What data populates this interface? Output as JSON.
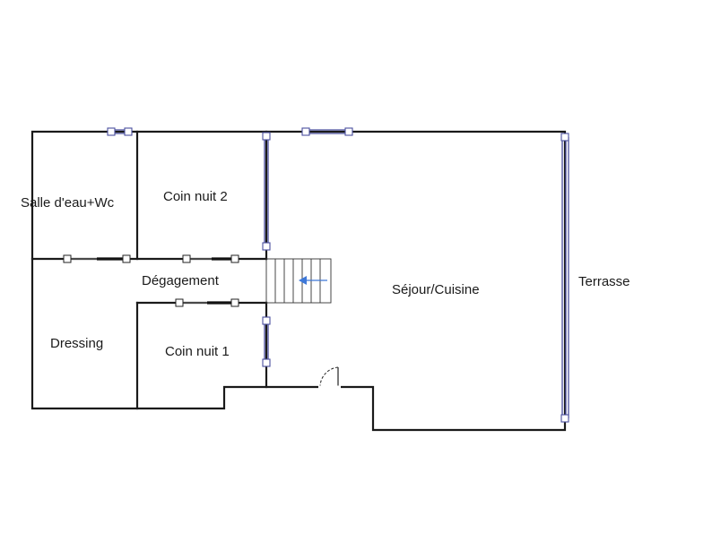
{
  "rooms": {
    "salle_eau": "Salle d'eau+Wc",
    "coin_nuit_2": "Coin nuit 2",
    "degagement": "Dégagement",
    "dressing": "Dressing",
    "coin_nuit_1": "Coin nuit 1",
    "sejour": "Séjour/Cuisine",
    "terrasse": "Terrasse"
  },
  "colors": {
    "wall": "#1a1a1a",
    "window": "#4a4f9e",
    "stair_arrow": "#3e78d8"
  }
}
